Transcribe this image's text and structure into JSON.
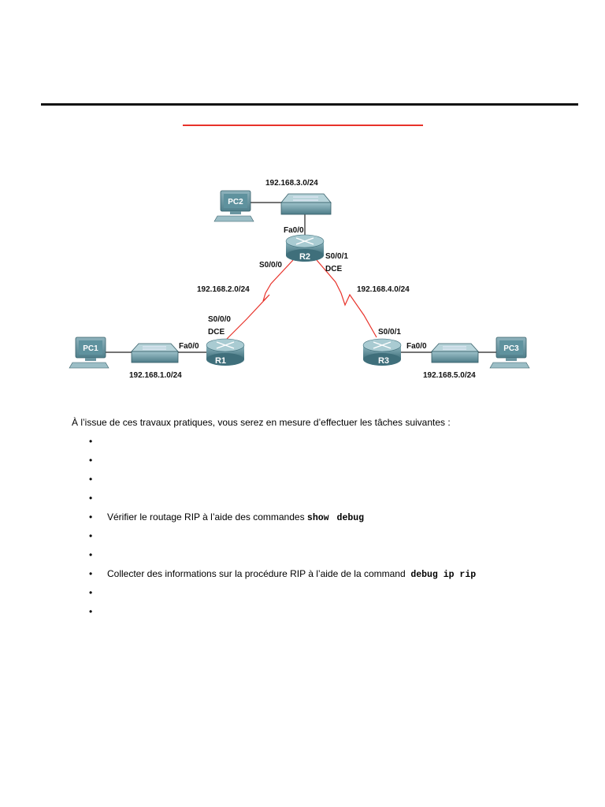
{
  "topology": {
    "pcs": {
      "pc1": "PC1",
      "pc2": "PC2",
      "pc3": "PC3"
    },
    "routers": {
      "r1": "R1",
      "r2": "R2",
      "r3": "R3"
    },
    "networks": {
      "lan_r2": "192.168.3.0/24",
      "wan_r1_r2": "192.168.2.0/24",
      "wan_r2_r3": "192.168.4.0/24",
      "lan_r1": "192.168.1.0/24",
      "lan_r3": "192.168.5.0/24"
    },
    "interfaces": {
      "r2_fa": "Fa0/0",
      "r2_s000": "S0/0/0",
      "r2_s001": "S0/0/1",
      "r2_dce": "DCE",
      "r1_s000": "S0/0/0",
      "r1_dce": "DCE",
      "r1_fa": "Fa0/0",
      "r3_s001": "S0/0/1",
      "r3_fa": "Fa0/0"
    },
    "colors": {
      "serial_link": "#e8322a",
      "device": "#5e8e9a",
      "line": "#222222"
    }
  },
  "objectives": {
    "intro": "À l’issue de ces travaux pratiques, vous serez en mesure d’effectuer les tâches suivantes :",
    "items": [
      {
        "text": "",
        "cmd1": "",
        "cmd2": ""
      },
      {
        "text": "",
        "cmd1": "",
        "cmd2": ""
      },
      {
        "text": "",
        "cmd1": "",
        "cmd2": ""
      },
      {
        "text": "",
        "cmd1": "",
        "cmd2": ""
      },
      {
        "text": "Vérifier le routage RIP à l’aide des commandes ",
        "cmd1": "show",
        "cmd2": "debug"
      },
      {
        "text": "",
        "cmd1": "",
        "cmd2": ""
      },
      {
        "text": "",
        "cmd1": "",
        "cmd2": ""
      },
      {
        "text": "Collecter des informations sur la procédure RIP à l’aide de la command ",
        "cmd1": "debug ip rip",
        "cmd2": ""
      },
      {
        "text": "",
        "cmd1": "",
        "cmd2": ""
      },
      {
        "text": "",
        "cmd1": "",
        "cmd2": ""
      }
    ]
  }
}
